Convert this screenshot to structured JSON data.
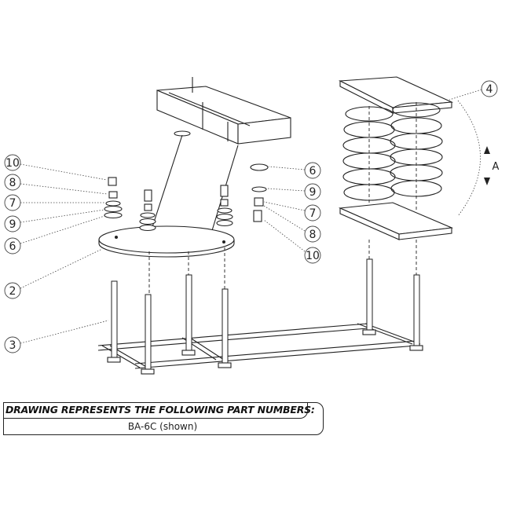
{
  "callouts": {
    "c10_left": "10",
    "c8_left": "8",
    "c7_left": "7",
    "c9_left": "9",
    "c6_left": "6",
    "c2": "2",
    "c3": "3",
    "c6_right": "6",
    "c9_right": "9",
    "c7_right": "7",
    "c8_right": "8",
    "c10_right": "10",
    "c4": "4"
  },
  "dimension_label": "A",
  "parts_table": {
    "header": "DRAWING REPRESENTS THE FOLLOWING PART NUMBERS:",
    "part_number": "BA-6C (shown)"
  }
}
